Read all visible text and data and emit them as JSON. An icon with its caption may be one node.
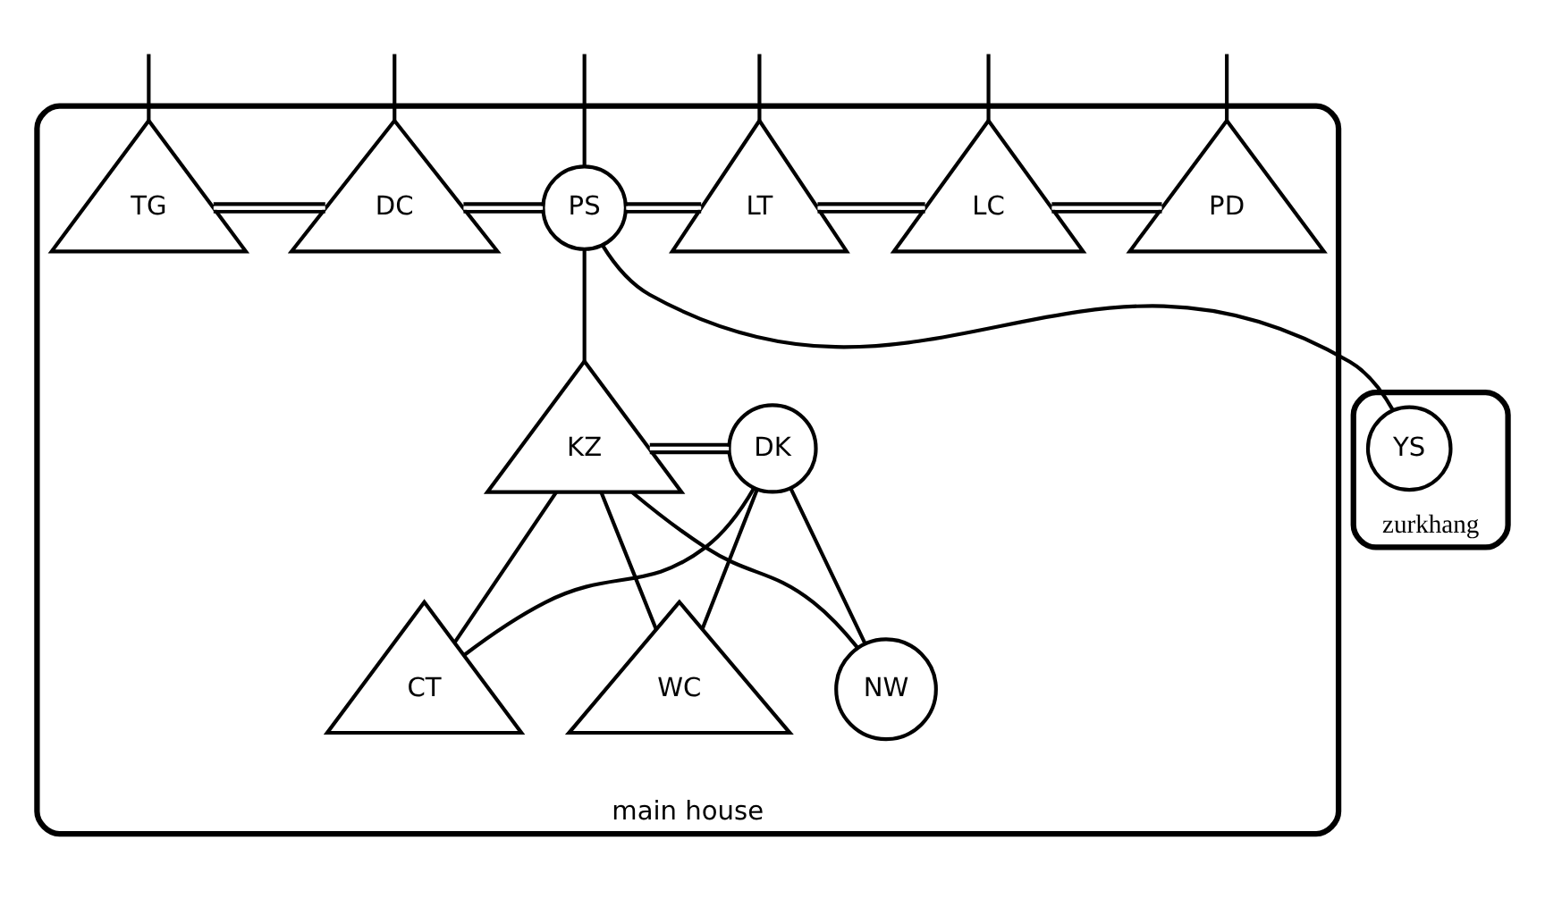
{
  "diagram": {
    "nodes": [
      {
        "text": [
          "main house"
        ]
      },
      {
        "text": [
          "zurkhang"
        ]
      },
      {
        "text": [
          "TG"
        ],
        "in": 0
      },
      {
        "text": [
          "DC"
        ],
        "in": 0
      },
      {
        "text": [
          "PS"
        ],
        "in": 0
      },
      {
        "text": [
          "LT"
        ],
        "in": 0
      },
      {
        "text": [
          "LC"
        ],
        "in": 0
      },
      {
        "text": [
          "PD"
        ],
        "in": 0
      },
      {
        "text": [
          "KZ"
        ],
        "in": 0
      },
      {
        "text": [
          "DK"
        ],
        "in": 0
      },
      {
        "text": [
          "WC"
        ],
        "in": 0
      },
      {
        "text": [
          "NW"
        ],
        "in": 0
      },
      {
        "text": [
          "CT"
        ],
        "in": 0
      },
      {
        "text": [
          "YS"
        ],
        "in": 1
      }
    ],
    "edges": [
      {
        "from": null,
        "to": 2,
        "arrow": "none"
      },
      {
        "from": null,
        "to": 3,
        "arrow": "none"
      },
      {
        "from": null,
        "to": 4,
        "arrow": "none"
      },
      {
        "from": null,
        "to": 5,
        "arrow": "none"
      },
      {
        "from": null,
        "to": 6,
        "arrow": "none"
      },
      {
        "from": null,
        "to": 7,
        "arrow": "none"
      },
      {
        "from": 2,
        "to": 3,
        "arrow": "none"
      },
      {
        "from": 3,
        "to": 4,
        "arrow": "none"
      },
      {
        "from": 4,
        "to": 5,
        "arrow": "none"
      },
      {
        "from": 5,
        "to": 6,
        "arrow": "none"
      },
      {
        "from": 6,
        "to": 7,
        "arrow": "none"
      },
      {
        "from": 4,
        "to": 8,
        "arrow": "none"
      },
      {
        "from": 4,
        "to": 13,
        "arrow": "none"
      },
      {
        "from": 8,
        "to": 9,
        "arrow": "none"
      },
      {
        "from": 8,
        "to": 10,
        "arrow": "none"
      },
      {
        "from": 8,
        "to": 11,
        "arrow": "none"
      },
      {
        "from": 8,
        "to": 12,
        "arrow": "none"
      },
      {
        "from": 9,
        "to": 10,
        "arrow": "none"
      },
      {
        "from": 9,
        "to": 11,
        "arrow": "none"
      },
      {
        "from": 9,
        "to": 12,
        "arrow": "none"
      }
    ]
  }
}
